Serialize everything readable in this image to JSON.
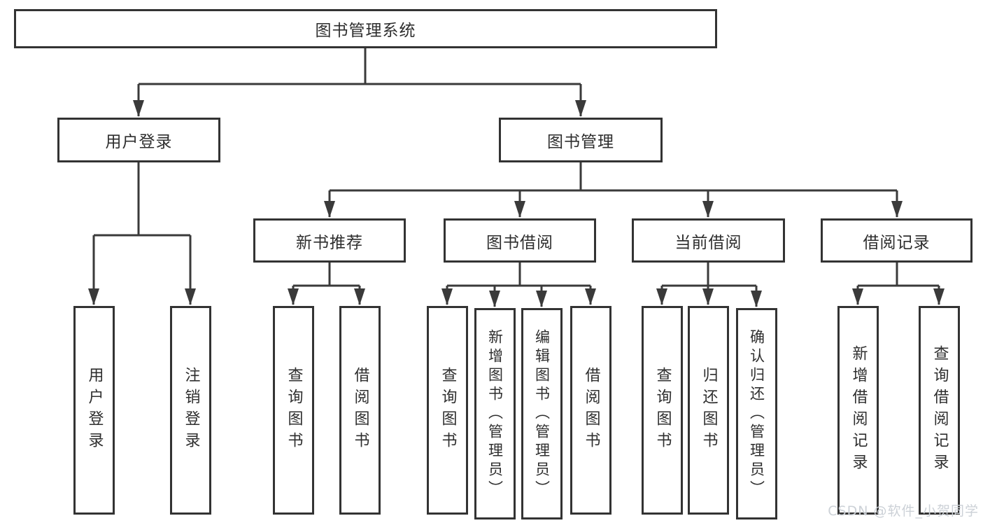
{
  "diagram": {
    "root": {
      "label": "图书管理系统"
    },
    "level2": [
      {
        "id": "user-login",
        "label": "用户登录"
      },
      {
        "id": "book-management",
        "label": "图书管理"
      }
    ],
    "level3": [
      {
        "id": "new-book-recommendation",
        "label": "新书推荐"
      },
      {
        "id": "book-borrowing",
        "label": "图书借阅"
      },
      {
        "id": "current-borrowing",
        "label": "当前借阅"
      },
      {
        "id": "borrowing-records",
        "label": "借阅记录"
      }
    ],
    "leaves": [
      {
        "parent": "user-login",
        "label": "用户登录"
      },
      {
        "parent": "user-login",
        "label": "注销登录"
      },
      {
        "parent": "new-book-recommendation",
        "label": "查询图书"
      },
      {
        "parent": "new-book-recommendation",
        "label": "借阅图书"
      },
      {
        "parent": "book-borrowing",
        "label": "查询图书"
      },
      {
        "parent": "book-borrowing",
        "label": "新增图书（管理员）"
      },
      {
        "parent": "book-borrowing",
        "label": "编辑图书（管理员）"
      },
      {
        "parent": "book-borrowing",
        "label": "借阅图书"
      },
      {
        "parent": "current-borrowing",
        "label": "查询图书"
      },
      {
        "parent": "current-borrowing",
        "label": "归还图书"
      },
      {
        "parent": "current-borrowing",
        "label": "确认归还（管理员）"
      },
      {
        "parent": "borrowing-records",
        "label": "新增借阅记录"
      },
      {
        "parent": "borrowing-records",
        "label": "查询借阅记录"
      }
    ]
  },
  "watermark": {
    "text": "CSDN @软件_小贺同学"
  },
  "colors": {
    "line": "#3a3a3a",
    "box_border": "#333333",
    "text": "#2e2e2e",
    "watermark": "#ccd1d7",
    "background": "#ffffff"
  }
}
